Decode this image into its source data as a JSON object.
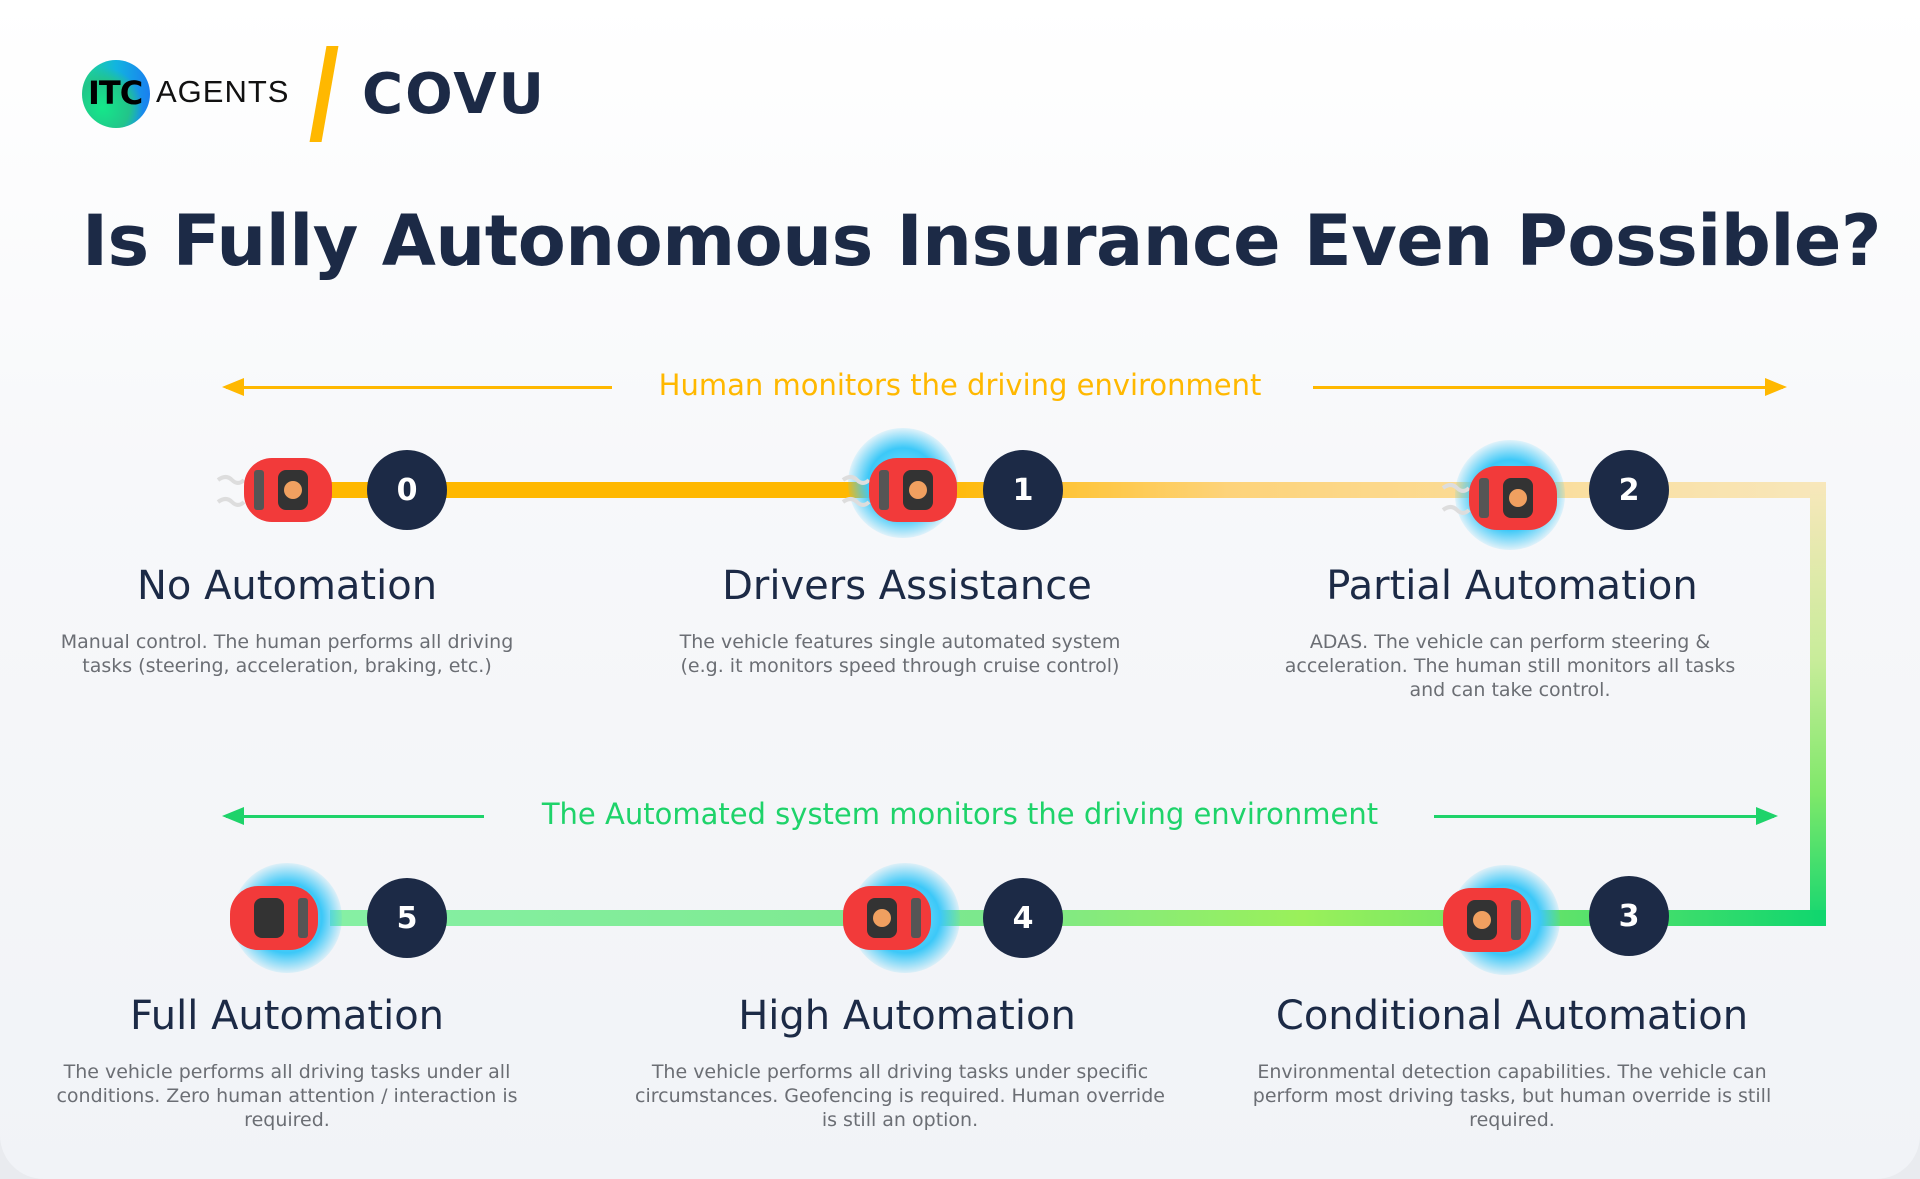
{
  "logos": {
    "itc": "ITC",
    "agents": "AGENTS",
    "covu": "COVU"
  },
  "title": "Is Fully Autonomous Insurance Even Possible?",
  "bands": {
    "human": {
      "label": "Human monitors the driving environment",
      "color": "#ffb800"
    },
    "automated": {
      "label": "The Automated system monitors the driving environment",
      "color": "#1ed36a"
    }
  },
  "stages": [
    {
      "level": "0",
      "title": "No Automation",
      "description": "Manual control. The human performs all driving tasks (steering, acceleration, braking, etc.)"
    },
    {
      "level": "1",
      "title": "Drivers Assistance",
      "description": "The vehicle features single automated system (e.g. it monitors speed through cruise control)"
    },
    {
      "level": "2",
      "title": "Partial Automation",
      "description": "ADAS. The vehicle can perform steering & acceleration. The human still monitors all tasks and can take control."
    },
    {
      "level": "3",
      "title": "Conditional Automation",
      "description": "Environmental detection capabilities. The vehicle can perform most driving tasks, but human override is still required."
    },
    {
      "level": "4",
      "title": "High Automation",
      "description": "The vehicle performs all driving tasks under specific circumstances. Geofencing is required. Human override is still an option."
    },
    {
      "level": "5",
      "title": "Full Automation",
      "description": "The vehicle performs all driving tasks under all conditions. Zero human attention / interaction is required."
    }
  ]
}
